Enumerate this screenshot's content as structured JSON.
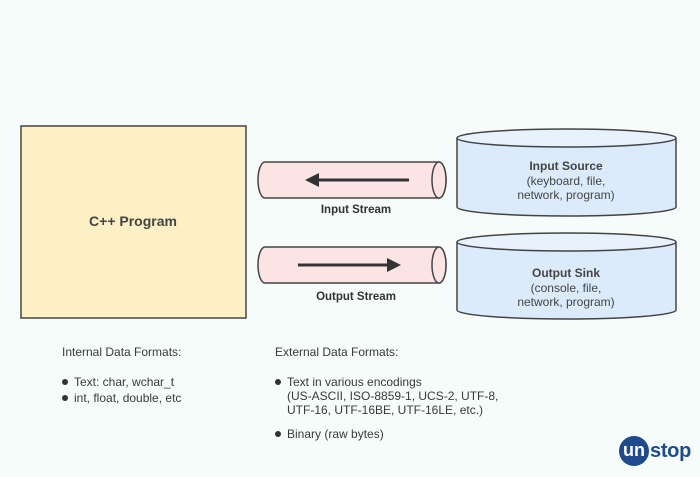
{
  "program": {
    "label": "C++ Program"
  },
  "input_source": {
    "title": "Input Source",
    "lines": [
      "(keyboard, file,",
      "network, program)"
    ]
  },
  "output_sink": {
    "title": "Output Sink",
    "lines": [
      "(console, file,",
      "network, program)"
    ]
  },
  "streams": {
    "input": "Input Stream",
    "output": "Output Stream"
  },
  "internal_formats": {
    "heading": "Internal Data Formats:",
    "items": [
      "Text: char, wchar_t",
      "int, float, double, etc"
    ]
  },
  "external_formats": {
    "heading": "External Data Formats:",
    "items": [
      {
        "lines": [
          "Text in various encodings",
          "(US-ASCII, ISO-8859-1, UCS-2, UTF-8,",
          "UTF-16, UTF-16BE, UTF-16LE, etc.)"
        ]
      },
      {
        "lines": [
          "Binary (raw bytes)"
        ]
      }
    ]
  },
  "logo": {
    "circle": "un",
    "text": "stop"
  },
  "colors": {
    "background": "#f5fcfa",
    "program_fill": "#fdf0c4",
    "database_fill": "#dcebfb",
    "pipe_fill": "#fce4e4",
    "brand": "#1f4b8e"
  }
}
